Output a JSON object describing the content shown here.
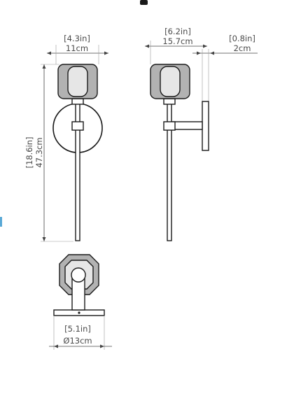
{
  "dimensions": {
    "front_width": {
      "imperial": "[4.3in]",
      "metric": "11cm"
    },
    "side_depth": {
      "imperial": "[6.2in]",
      "metric": "15.7cm"
    },
    "plate_depth": {
      "imperial": "[0.8in]",
      "metric": "2cm"
    },
    "height": {
      "imperial": "[18.6in]",
      "metric": "47.3cm"
    },
    "backplate_diameter": {
      "imperial": "[5.1in]",
      "metric": "Ø13cm"
    }
  },
  "colors": {
    "line": "#1a1a1a",
    "glass": "#b2b2b2",
    "dimension": "#4a4a4a",
    "accent_tick": "#5aa9d6"
  }
}
